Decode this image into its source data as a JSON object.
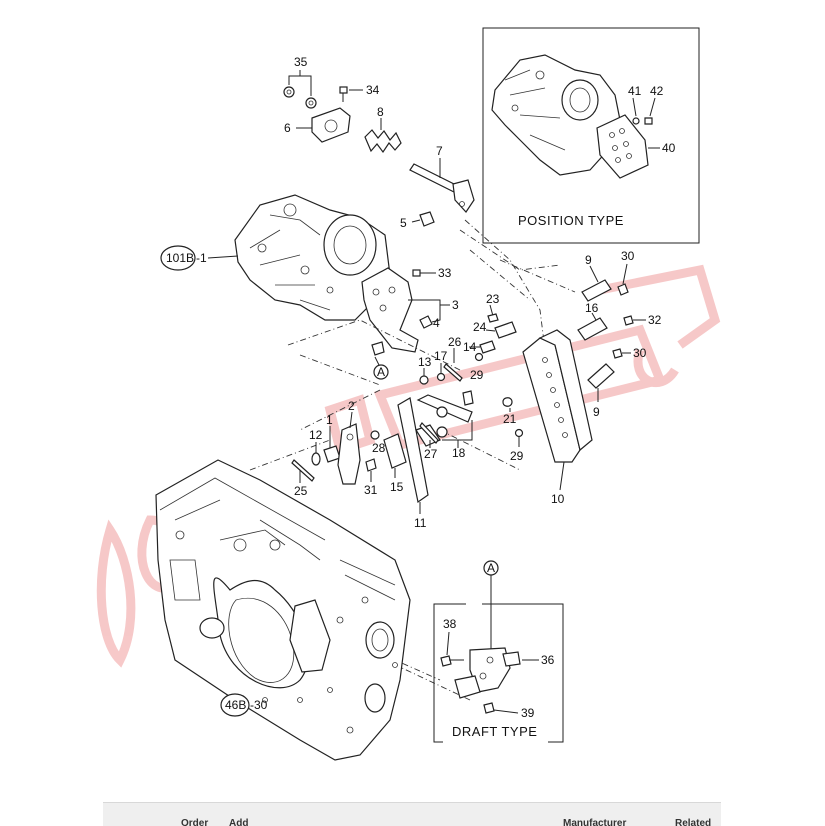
{
  "diagram": {
    "boxes": {
      "position_type": "POSITION TYPE",
      "draft_type": "DRAFT TYPE"
    },
    "refs": {
      "housing_ref": "101B",
      "housing_part": "-1",
      "case_ref": "46B",
      "case_part": "-30",
      "marker_a": "A"
    },
    "labels": {
      "p1": "1",
      "p2": "2",
      "p3": "3",
      "p4": "4",
      "p5": "5",
      "p6": "6",
      "p7": "7",
      "p8": "8",
      "p9a": "9",
      "p9b": "9",
      "p10": "10",
      "p11": "11",
      "p12": "12",
      "p13": "13",
      "p14": "14",
      "p15": "15",
      "p16": "16",
      "p17": "17",
      "p18": "18",
      "p21": "21",
      "p23": "23",
      "p24": "24",
      "p25": "25",
      "p26": "26",
      "p27": "27",
      "p28": "28",
      "p29a": "29",
      "p29b": "29",
      "p30a": "30",
      "p30b": "30",
      "p31": "31",
      "p32": "32",
      "p33": "33",
      "p34": "34",
      "p35": "35",
      "p36": "36",
      "p38": "38",
      "p39": "39",
      "p40": "40",
      "p41": "41",
      "p42": "42"
    },
    "watermark_text": "Dom..."
  },
  "bottom_bar": {
    "col_order": "Order",
    "col_add": "Add",
    "col_manufacturer": "Manufacturer",
    "col_related": "Related"
  }
}
